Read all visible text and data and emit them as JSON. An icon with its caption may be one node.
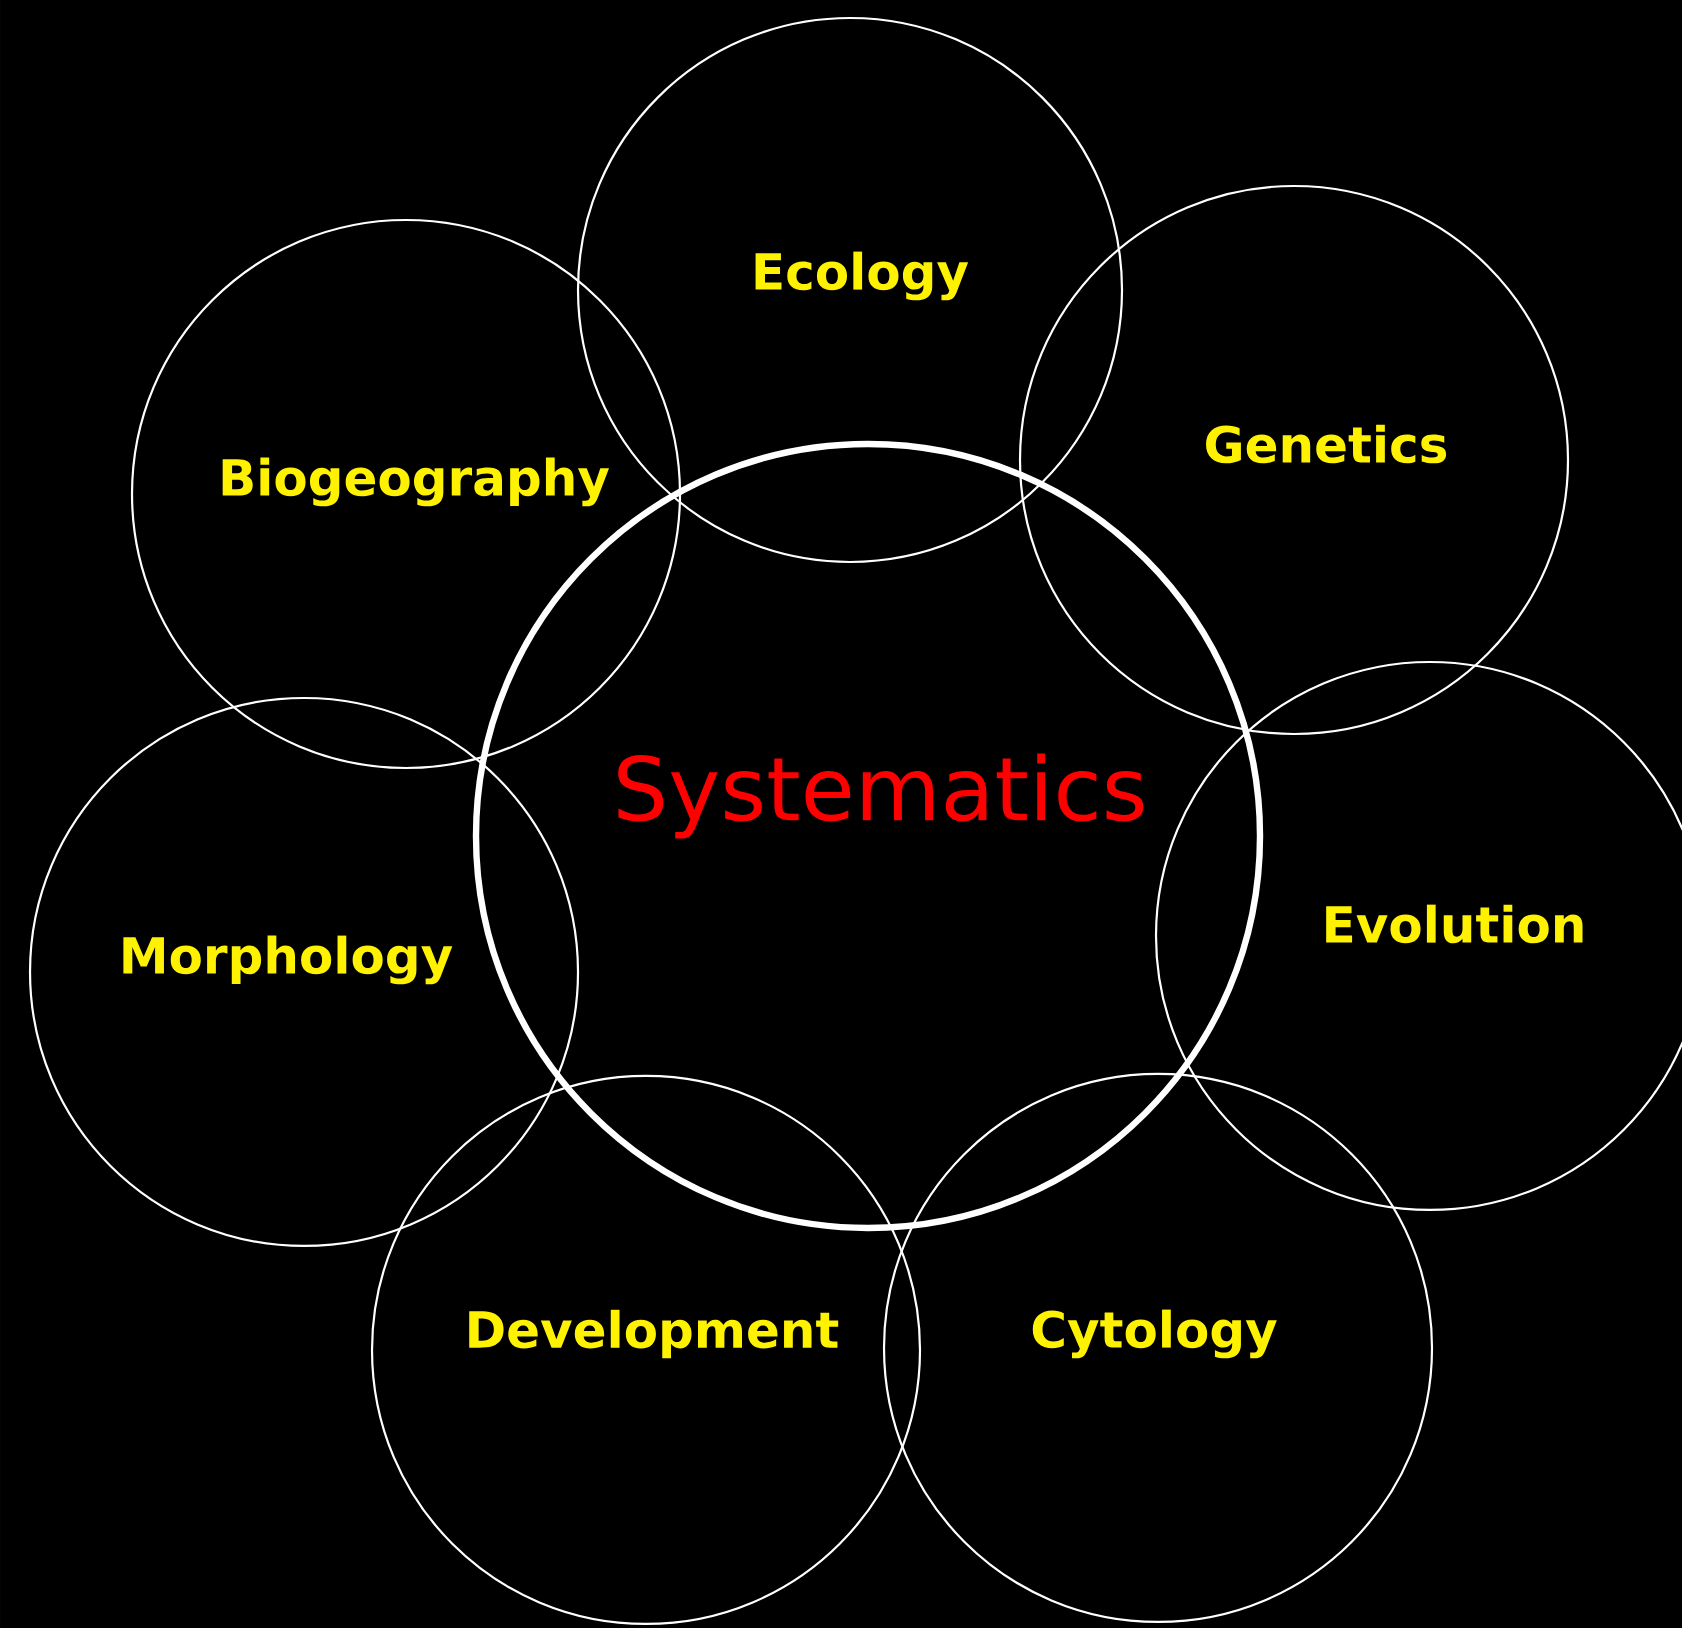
{
  "diagram": {
    "nodes": [
      {
        "text": [
          "Ecology"
        ]
      },
      {
        "text": [
          "Genetics"
        ]
      },
      {
        "text": [
          "Biogeography"
        ]
      },
      {
        "text": [
          "Systematics"
        ]
      },
      {
        "text": [
          "Evolution"
        ]
      },
      {
        "text": [
          "Morphology"
        ]
      },
      {
        "text": [
          "Development"
        ]
      },
      {
        "text": [
          "Cytology"
        ]
      }
    ]
  }
}
